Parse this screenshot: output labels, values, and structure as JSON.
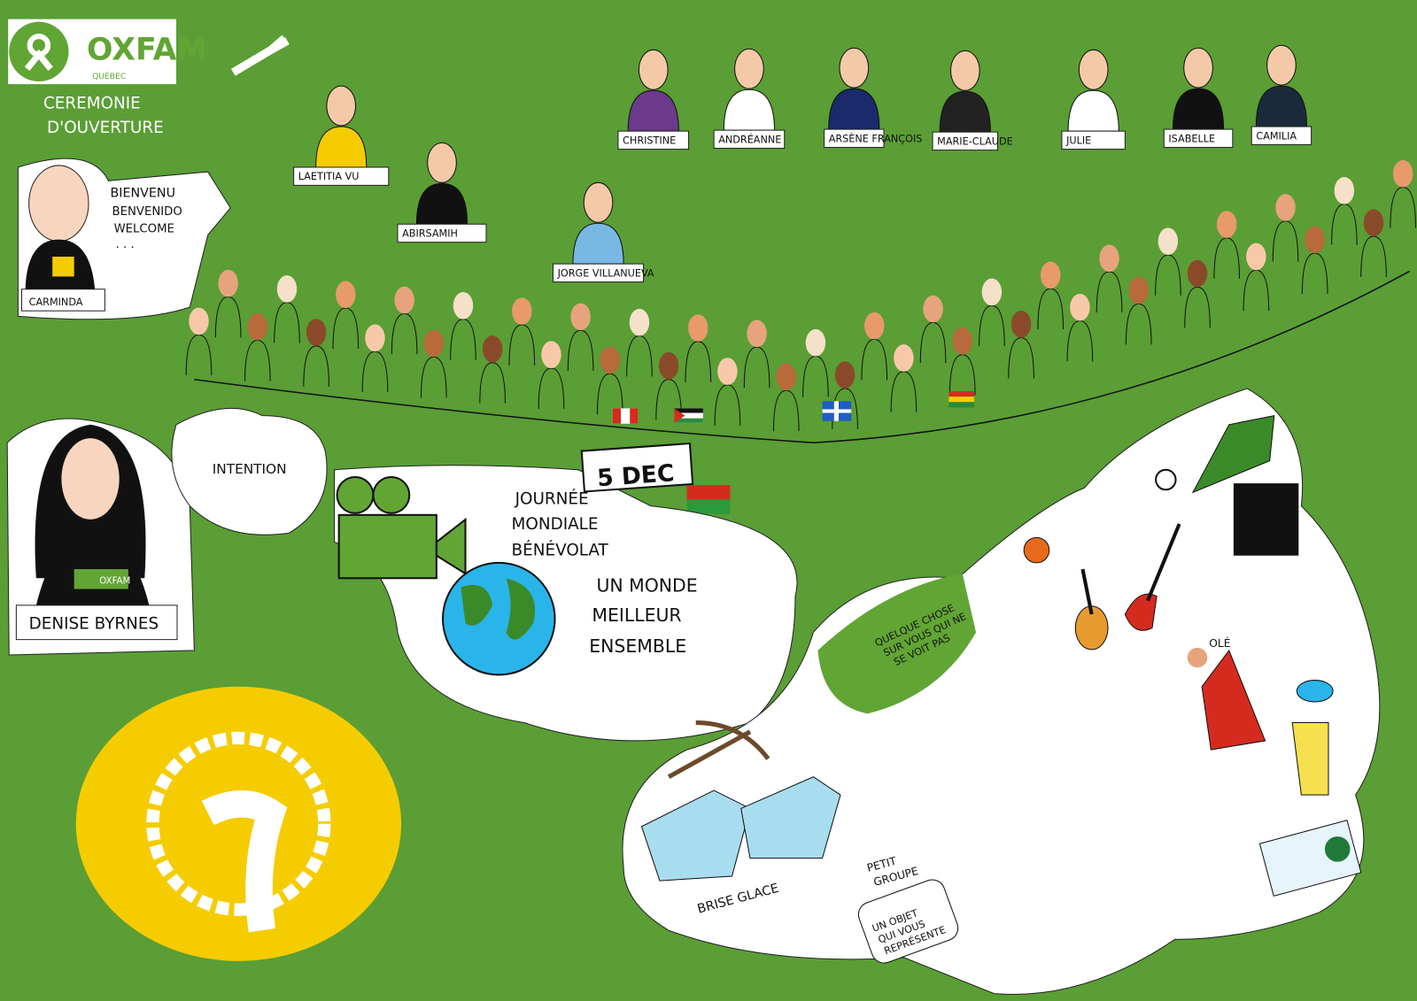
{
  "colors": {
    "background": "#5a9e35",
    "oxfam_green": "#61a534",
    "white": "#ffffff",
    "yellow": "#f5cc00",
    "ice": "#a8dcef"
  },
  "header": {
    "logo_text": "OXFAM",
    "logo_sub": "QUÉBEC",
    "title_line1": "CEREMONIE",
    "title_line2": "D'OUVERTURE"
  },
  "welcome": {
    "lines": [
      "BIENVENU",
      "BENVENIDO",
      "WELCOME",
      ". . ."
    ],
    "speaker": "CARMINDA"
  },
  "panelists": [
    "LAETITIA VU",
    "ABIRSAMIH",
    "JORGE VILLANUEVA",
    "CHRISTINE",
    "ANDRÉANNE",
    "ARSÈNE FRANÇOIS",
    "MARIE-CLAUDE",
    "JULIE",
    "ISABELLE",
    "CAMILIA"
  ],
  "host": {
    "name": "DENISE BYRNES",
    "badge": "OXFAM",
    "thought": "INTENTION"
  },
  "calendar": {
    "date": "5 DEC"
  },
  "event": {
    "lines": [
      "JOURNÉE",
      "MONDIALE",
      "BÉNÉVOLAT"
    ],
    "motto": [
      "UN MONDE",
      "MEILLEUR",
      "ENSEMBLE"
    ]
  },
  "activities": {
    "prompt": [
      "QUELQUE CHOSE",
      "SUR VOUS QUI NE",
      "SE VOIT PAS"
    ],
    "ole": "OLÉ",
    "icebreaker": "BRISE GLACE",
    "small_group": [
      "PETIT",
      "GROUPE"
    ],
    "object": [
      "UN OBJET",
      "QUI VOUS",
      "REPRÉSENTE"
    ]
  }
}
